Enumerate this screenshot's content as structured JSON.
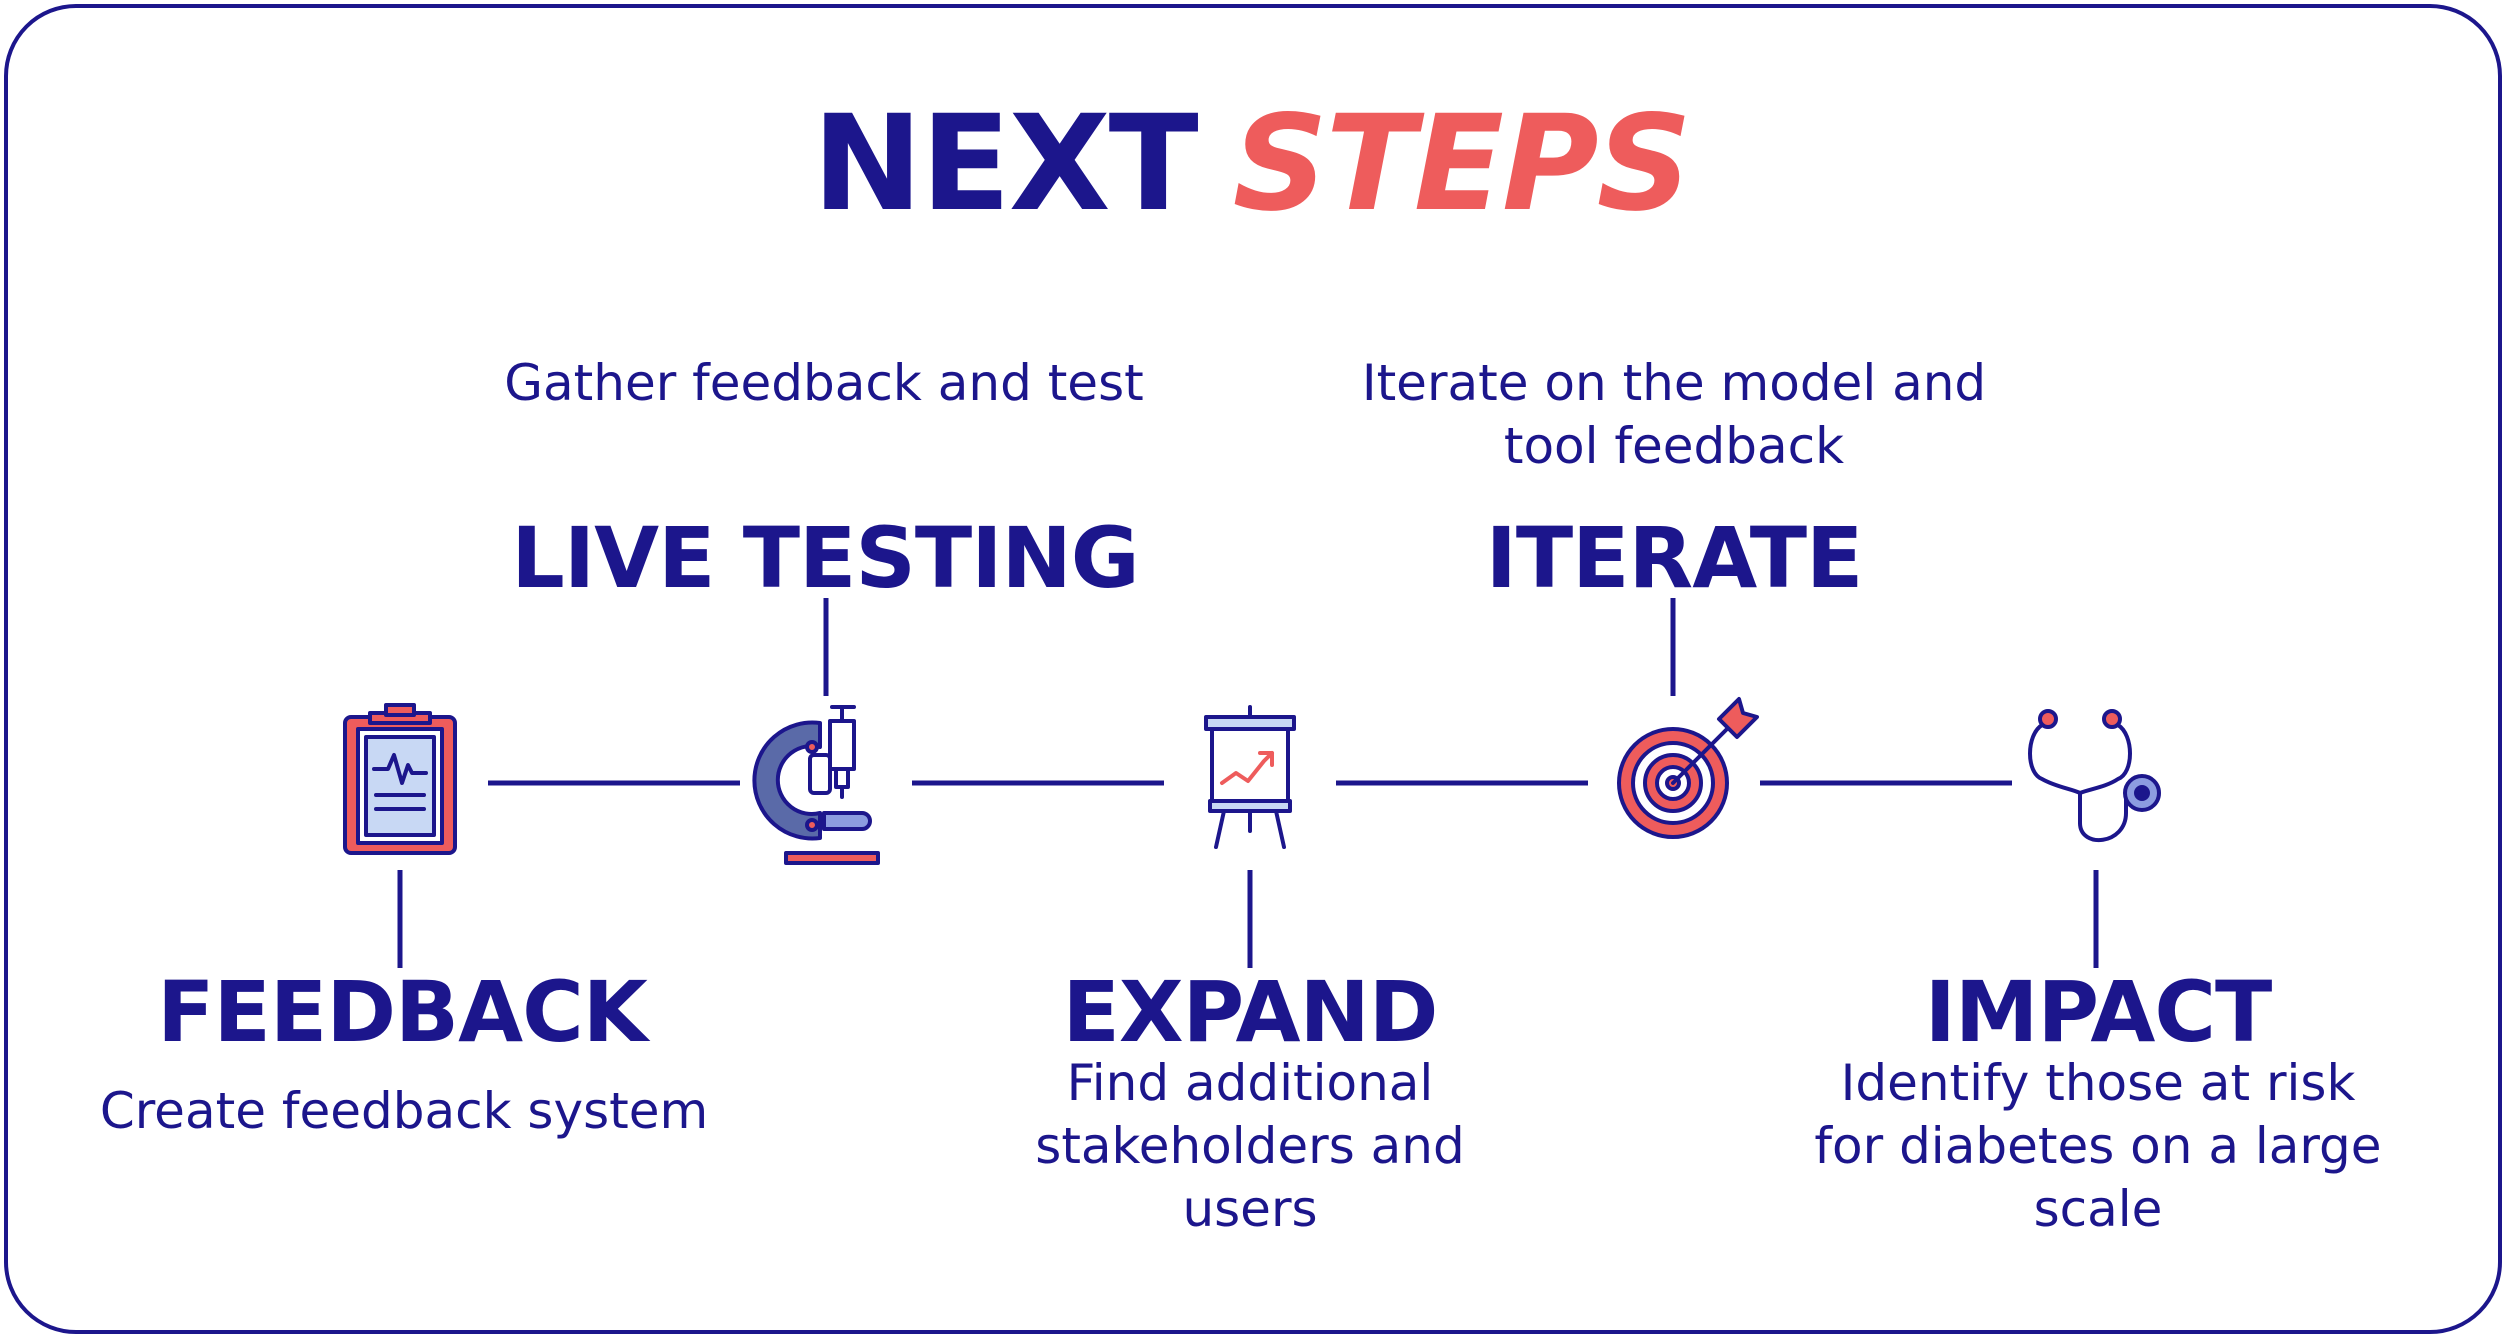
{
  "title": {
    "part1": "NEXT",
    "part2": "STEPS"
  },
  "steps": [
    {
      "title": "FEEDBACK",
      "description": "Create feedback system",
      "icon": "clipboard-icon"
    },
    {
      "title": "LIVE TESTING",
      "description": "Gather feedback and test",
      "icon": "microscope-icon"
    },
    {
      "title": "EXPAND",
      "description": "Find additional stakeholders and users",
      "icon": "presentation-chart-icon"
    },
    {
      "title": "ITERATE",
      "description": "Iterate on the model and tool feedback",
      "icon": "target-icon"
    },
    {
      "title": "IMPACT",
      "description": "Identify those at risk for diabetes on a large scale",
      "icon": "stethoscope-icon"
    }
  ],
  "colors": {
    "navy": "#1c168c",
    "coral": "#ee5c5c",
    "light_blue": "#c8d8f4",
    "slate": "#5a6aa8",
    "lavender": "#8c9ce0"
  }
}
